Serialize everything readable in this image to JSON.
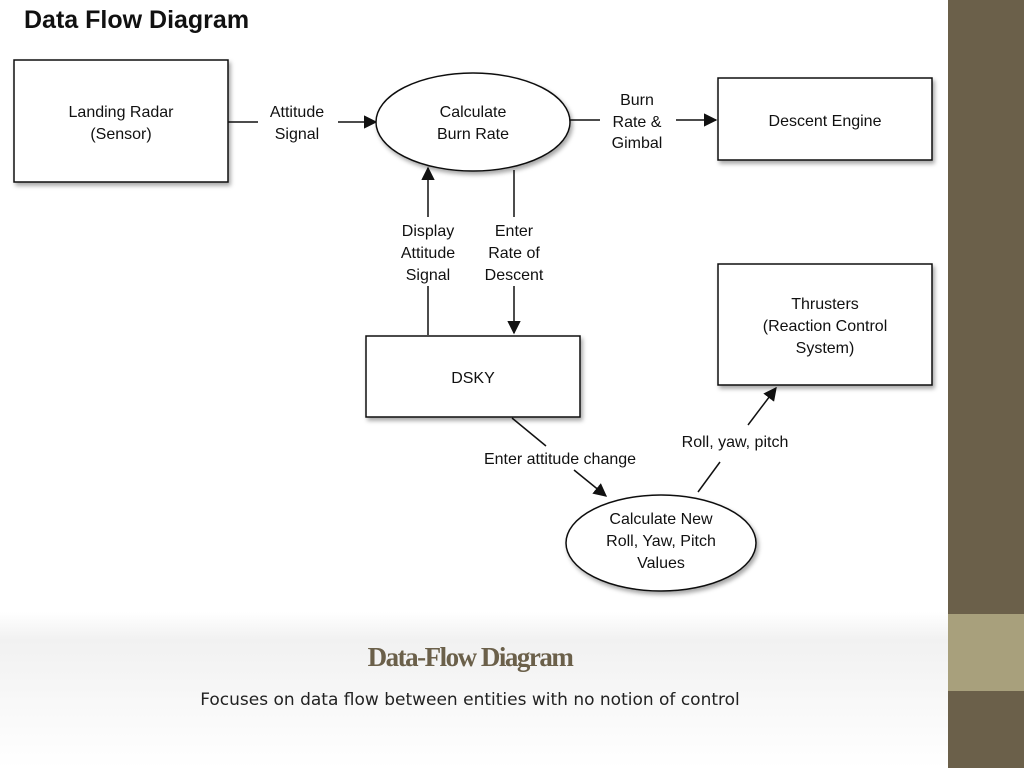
{
  "diagram": {
    "title": "Data Flow Diagram",
    "nodes": {
      "landing_radar": [
        "Landing Radar",
        "(Sensor)"
      ],
      "calc_burn": [
        "Calculate",
        "Burn Rate"
      ],
      "descent_engine": [
        "Descent Engine"
      ],
      "thrusters": [
        "Thrusters",
        "(Reaction Control",
        "System)"
      ],
      "dsky": [
        "DSKY"
      ],
      "calc_roll": [
        "Calculate New",
        "Roll, Yaw, Pitch",
        "Values"
      ]
    },
    "flows": {
      "attitude_signal": [
        "Attitude",
        "Signal"
      ],
      "burn_rate_gimbal": [
        "Burn",
        "Rate &",
        "Gimbal"
      ],
      "display_attitude": [
        "Display",
        "Attitude",
        "Signal"
      ],
      "enter_rate": [
        "Enter",
        "Rate of",
        "Descent"
      ],
      "enter_attitude_change": [
        "Enter attitude change"
      ],
      "roll_yaw_pitch": [
        "Roll, yaw, pitch"
      ]
    }
  },
  "slide": {
    "title": "Data-Flow Diagram",
    "subtitle": "Focuses on data flow between entities with no notion of control"
  },
  "colors": {
    "accent_dark": "#6b604a",
    "accent_light": "#a8a07c"
  }
}
